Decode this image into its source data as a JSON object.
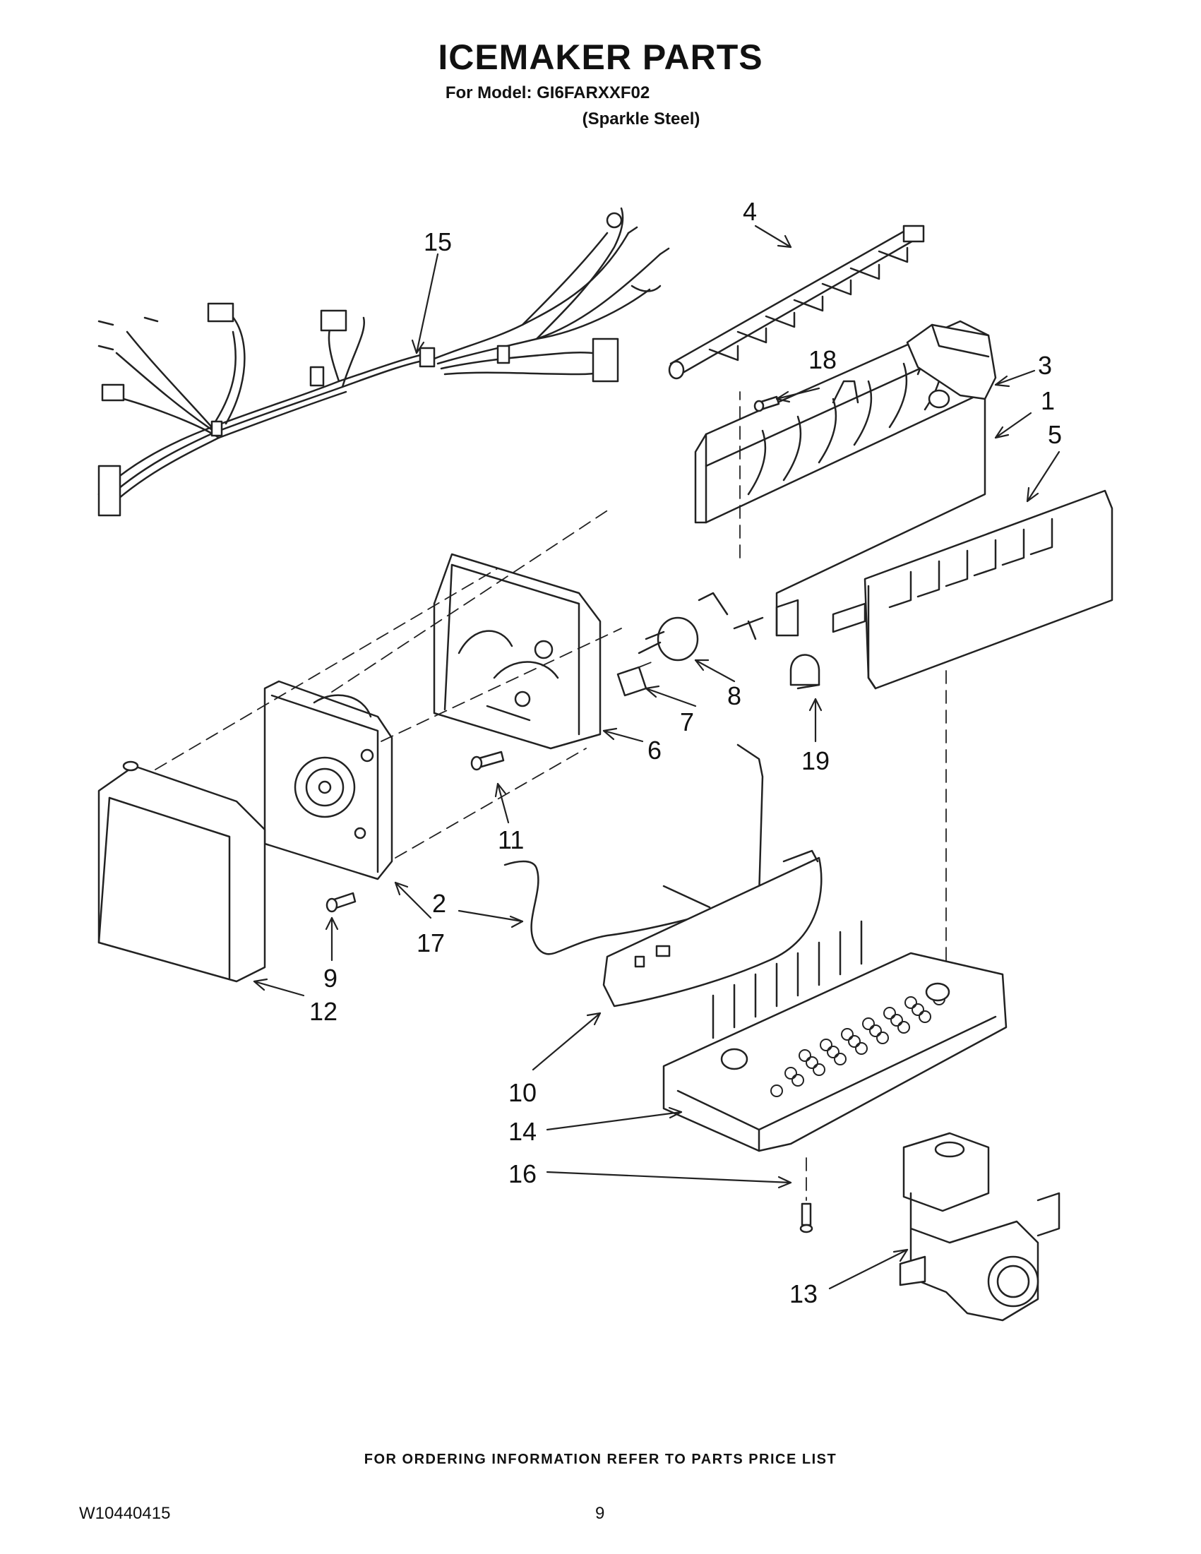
{
  "header": {
    "title": "ICEMAKER PARTS",
    "model": "For Model: GI6FARXXF02",
    "variant": "(Sparkle Steel)"
  },
  "callouts": [
    "1",
    "2",
    "3",
    "4",
    "5",
    "6",
    "7",
    "8",
    "9",
    "10",
    "11",
    "12",
    "13",
    "14",
    "15",
    "16",
    "17",
    "18",
    "19"
  ],
  "footer": {
    "note": "FOR ORDERING INFORMATION REFER TO PARTS PRICE LIST",
    "doc_number": "W10440415",
    "page": "9"
  }
}
